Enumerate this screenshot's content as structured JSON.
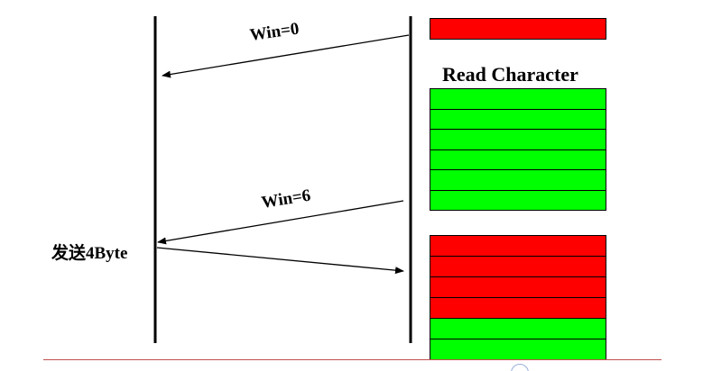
{
  "diagram": {
    "win0_label": "Win=0",
    "win6_label": "Win=6",
    "read_title": "Read Character",
    "send_label": "发送4Byte"
  },
  "buffers": {
    "top_block": [
      {
        "state": "full"
      }
    ],
    "green_block": [
      {
        "state": "free"
      },
      {
        "state": "free"
      },
      {
        "state": "free"
      },
      {
        "state": "free"
      },
      {
        "state": "free"
      },
      {
        "state": "free"
      }
    ],
    "bottom_block": [
      {
        "state": "full"
      },
      {
        "state": "full"
      },
      {
        "state": "full"
      },
      {
        "state": "full"
      },
      {
        "state": "free"
      },
      {
        "state": "free"
      }
    ]
  },
  "colors": {
    "full": "#ff0000",
    "free": "#00ff00",
    "line": "#000000",
    "rule": "#c0504d"
  }
}
